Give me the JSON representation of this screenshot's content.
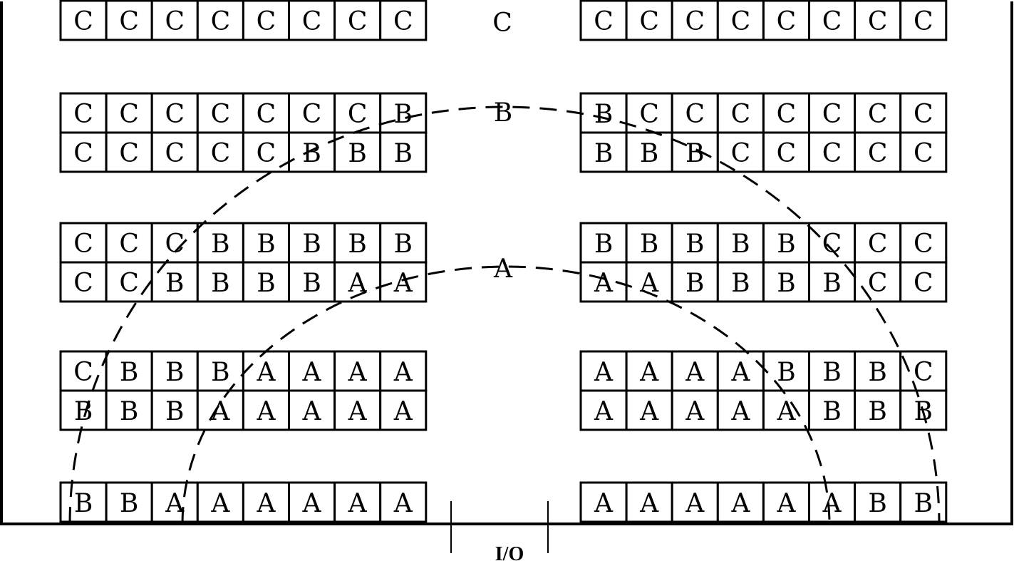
{
  "floor_labels": {
    "top_center": "C",
    "arc_b": "B",
    "arc_a": "A",
    "io": "I/O"
  },
  "rack_groups": [
    {
      "side": "left",
      "rows": [
        [
          "C",
          "C",
          "C",
          "C",
          "C",
          "C",
          "C",
          "C"
        ]
      ]
    },
    {
      "side": "right",
      "rows": [
        [
          "C",
          "C",
          "C",
          "C",
          "C",
          "C",
          "C",
          "C"
        ]
      ]
    },
    {
      "side": "left",
      "rows": [
        [
          "C",
          "C",
          "C",
          "C",
          "C",
          "C",
          "C",
          "B"
        ],
        [
          "C",
          "C",
          "C",
          "C",
          "C",
          "B",
          "B",
          "B"
        ]
      ]
    },
    {
      "side": "right",
      "rows": [
        [
          "B",
          "C",
          "C",
          "C",
          "C",
          "C",
          "C",
          "C"
        ],
        [
          "B",
          "B",
          "B",
          "C",
          "C",
          "C",
          "C",
          "C"
        ]
      ]
    },
    {
      "side": "left",
      "rows": [
        [
          "C",
          "C",
          "C",
          "B",
          "B",
          "B",
          "B",
          "B"
        ],
        [
          "C",
          "C",
          "B",
          "B",
          "B",
          "B",
          "A",
          "A"
        ]
      ]
    },
    {
      "side": "right",
      "rows": [
        [
          "B",
          "B",
          "B",
          "B",
          "B",
          "C",
          "C",
          "C"
        ],
        [
          "A",
          "A",
          "B",
          "B",
          "B",
          "B",
          "C",
          "C"
        ]
      ]
    },
    {
      "side": "left",
      "rows": [
        [
          "C",
          "B",
          "B",
          "B",
          "A",
          "A",
          "A",
          "A"
        ],
        [
          "B",
          "B",
          "B",
          "A",
          "A",
          "A",
          "A",
          "A"
        ]
      ]
    },
    {
      "side": "right",
      "rows": [
        [
          "A",
          "A",
          "A",
          "A",
          "B",
          "B",
          "B",
          "C"
        ],
        [
          "A",
          "A",
          "A",
          "A",
          "A",
          "B",
          "B",
          "B"
        ]
      ]
    },
    {
      "side": "left",
      "rows": [
        [
          "B",
          "B",
          "A",
          "A",
          "A",
          "A",
          "A",
          "A"
        ]
      ]
    },
    {
      "side": "right",
      "rows": [
        [
          "A",
          "A",
          "A",
          "A",
          "A",
          "A",
          "B",
          "B"
        ]
      ]
    }
  ]
}
